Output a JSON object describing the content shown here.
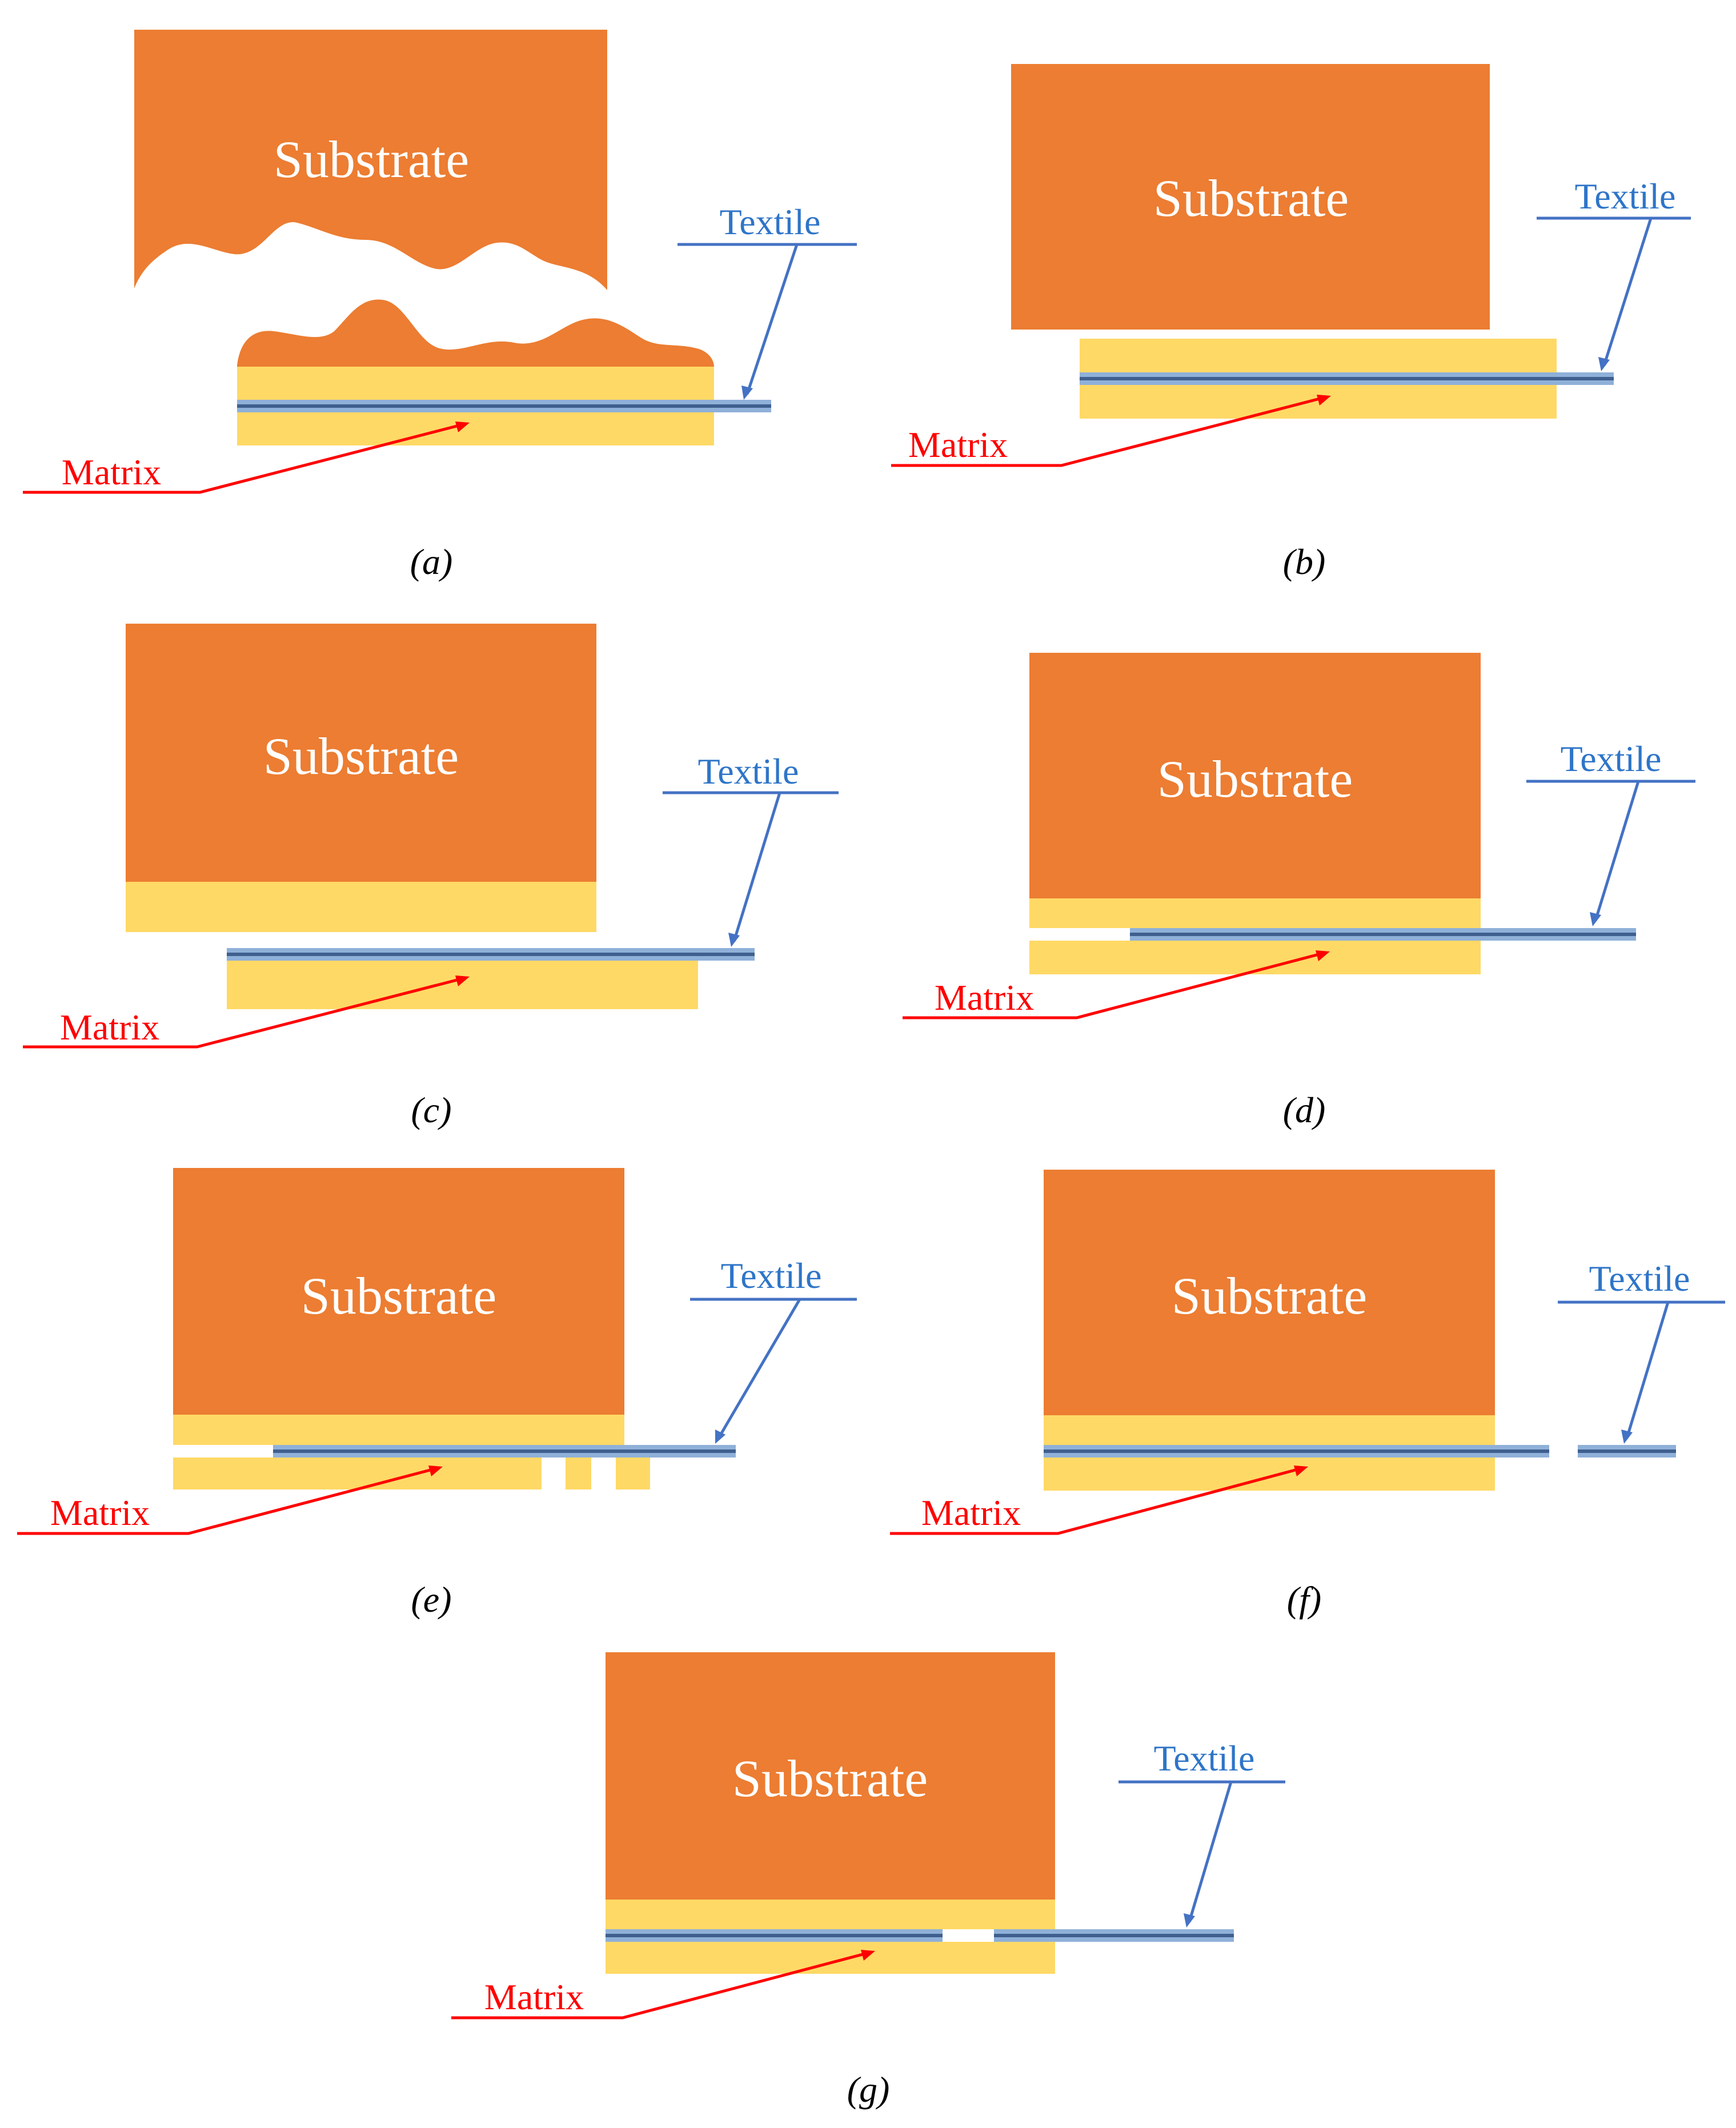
{
  "labels": {
    "substrate": "Substrate",
    "textile": "Textile",
    "matrix": "Matrix"
  },
  "panels": [
    {
      "id": "a",
      "caption": "(a)"
    },
    {
      "id": "b",
      "caption": "(b)"
    },
    {
      "id": "c",
      "caption": "(c)"
    },
    {
      "id": "d",
      "caption": "(d)"
    },
    {
      "id": "e",
      "caption": "(e)"
    },
    {
      "id": "f",
      "caption": "(f)"
    },
    {
      "id": "g",
      "caption": "(g)"
    }
  ],
  "colors": {
    "substrate": "#ec7d32",
    "matrix": "#ffd966",
    "textile_label": "#2e75c8",
    "textile_line": "#4472c4",
    "matrix_label": "#ff0000"
  }
}
